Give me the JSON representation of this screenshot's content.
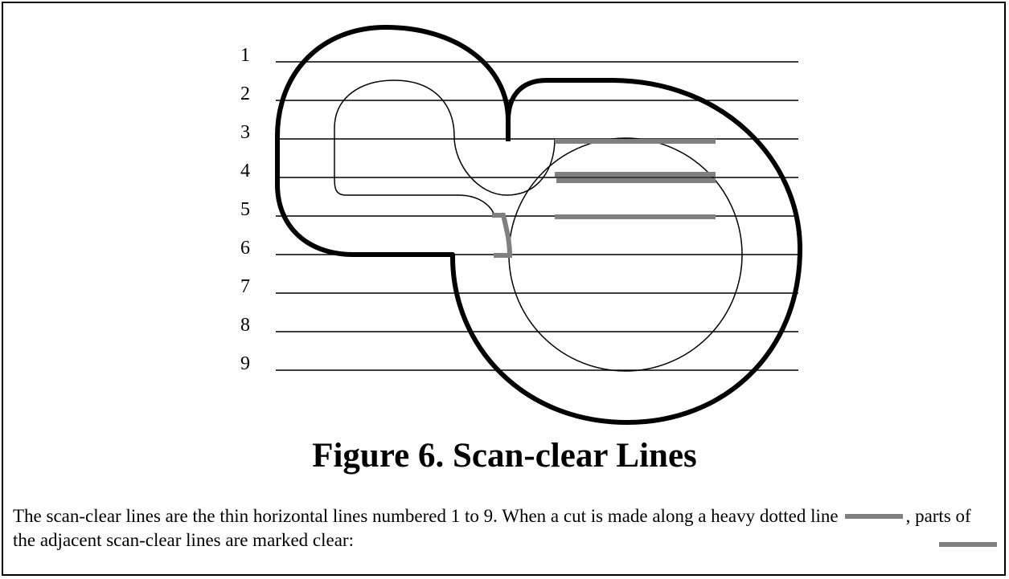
{
  "figure": {
    "title": "Figure 6. Scan-clear Lines",
    "scan_line_labels": [
      "1",
      "2",
      "3",
      "4",
      "5",
      "6",
      "7",
      "8",
      "9"
    ],
    "caption_part1": "The scan-clear lines are the thin horizontal lines numbered 1 to 9. When a cut is made along a heavy dotted line",
    "caption_part2": ", parts of the adjacent scan-clear lines are marked clear:",
    "colors": {
      "outline": "#000000",
      "cut_marks": "#808080",
      "scan_lines": "#000000"
    }
  }
}
